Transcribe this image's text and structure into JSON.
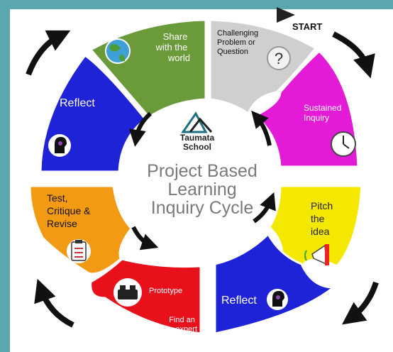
{
  "colors": {
    "frame": "#5aa7b0",
    "share": "#6a9a3a",
    "challenge": "#cfcfcf",
    "sustained": "#e31ad6",
    "pitch": "#f5e800",
    "reflect_bottom": "#1e23d8",
    "prototype": "#e8111b",
    "test": "#f39a14",
    "reflect_left": "#1e23d8",
    "arrow": "#111111"
  },
  "start_label": "START",
  "school": {
    "name_line1": "Taumata",
    "name_line2": "School"
  },
  "title": {
    "line1": "Project Based",
    "line2": "Learning",
    "line3": "Inquiry Cycle"
  },
  "segments": {
    "share": {
      "l1": "Share",
      "l2": "with the",
      "l3": "world",
      "icon": "globe-icon"
    },
    "challenge": {
      "l1": "Challenging",
      "l2": "Problem or",
      "l3": "Question",
      "icon": "question-icon"
    },
    "sustained": {
      "l1": "Sustained",
      "l2": "Inquiry",
      "icon": "clock-icon"
    },
    "pitch": {
      "l1": "Pitch",
      "l2": "the",
      "l3": "idea",
      "icon": "megaphone-icon"
    },
    "reflect_bottom": {
      "l1": "Reflect",
      "icon": "head-gear-icon"
    },
    "prototype": {
      "l1": "Prototype",
      "l2": "Find an",
      "l3": "expert",
      "icon": "lego-brick-icon"
    },
    "test": {
      "l1": "Test,",
      "l2": "Critique &",
      "l3": "Revise",
      "icon": "clipboard-icon"
    },
    "reflect_left": {
      "l1": "Reflect",
      "icon": "head-gear-icon"
    }
  }
}
